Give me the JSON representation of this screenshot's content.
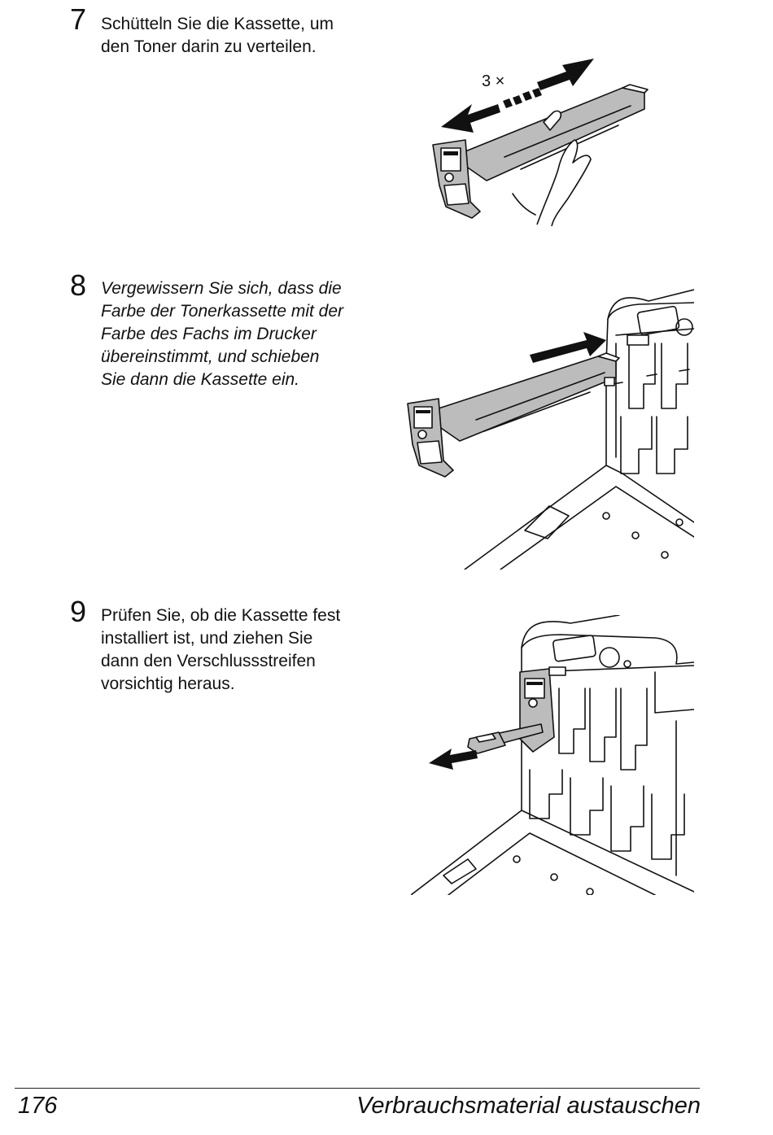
{
  "steps": [
    {
      "number": "7",
      "lines": [
        "Schütteln Sie die Kassette, um",
        "den Toner darin zu verteilen."
      ],
      "style": "regular",
      "illustration": "shake-cartridge-illustration",
      "callout": "3 ×"
    },
    {
      "number": "8",
      "lines": [
        "Vergewissern Sie sich, dass die",
        "Farbe der Tonerkassette mit der",
        "Farbe des Fachs im Drucker",
        "übereinstimmt, und schieben",
        "Sie dann die Kassette ein."
      ],
      "style": "italic",
      "illustration": "insert-cartridge-illustration"
    },
    {
      "number": "9",
      "lines": [
        "Prüfen Sie, ob die Kassette fest",
        "installiert ist, und ziehen Sie",
        "dann den Verschlussstreifen",
        "vorsichtig heraus."
      ],
      "style": "regular",
      "illustration": "remove-seal-strip-illustration"
    }
  ],
  "footer": {
    "page_number": "176",
    "chapter_title": "Verbrauchsmaterial austauschen"
  }
}
